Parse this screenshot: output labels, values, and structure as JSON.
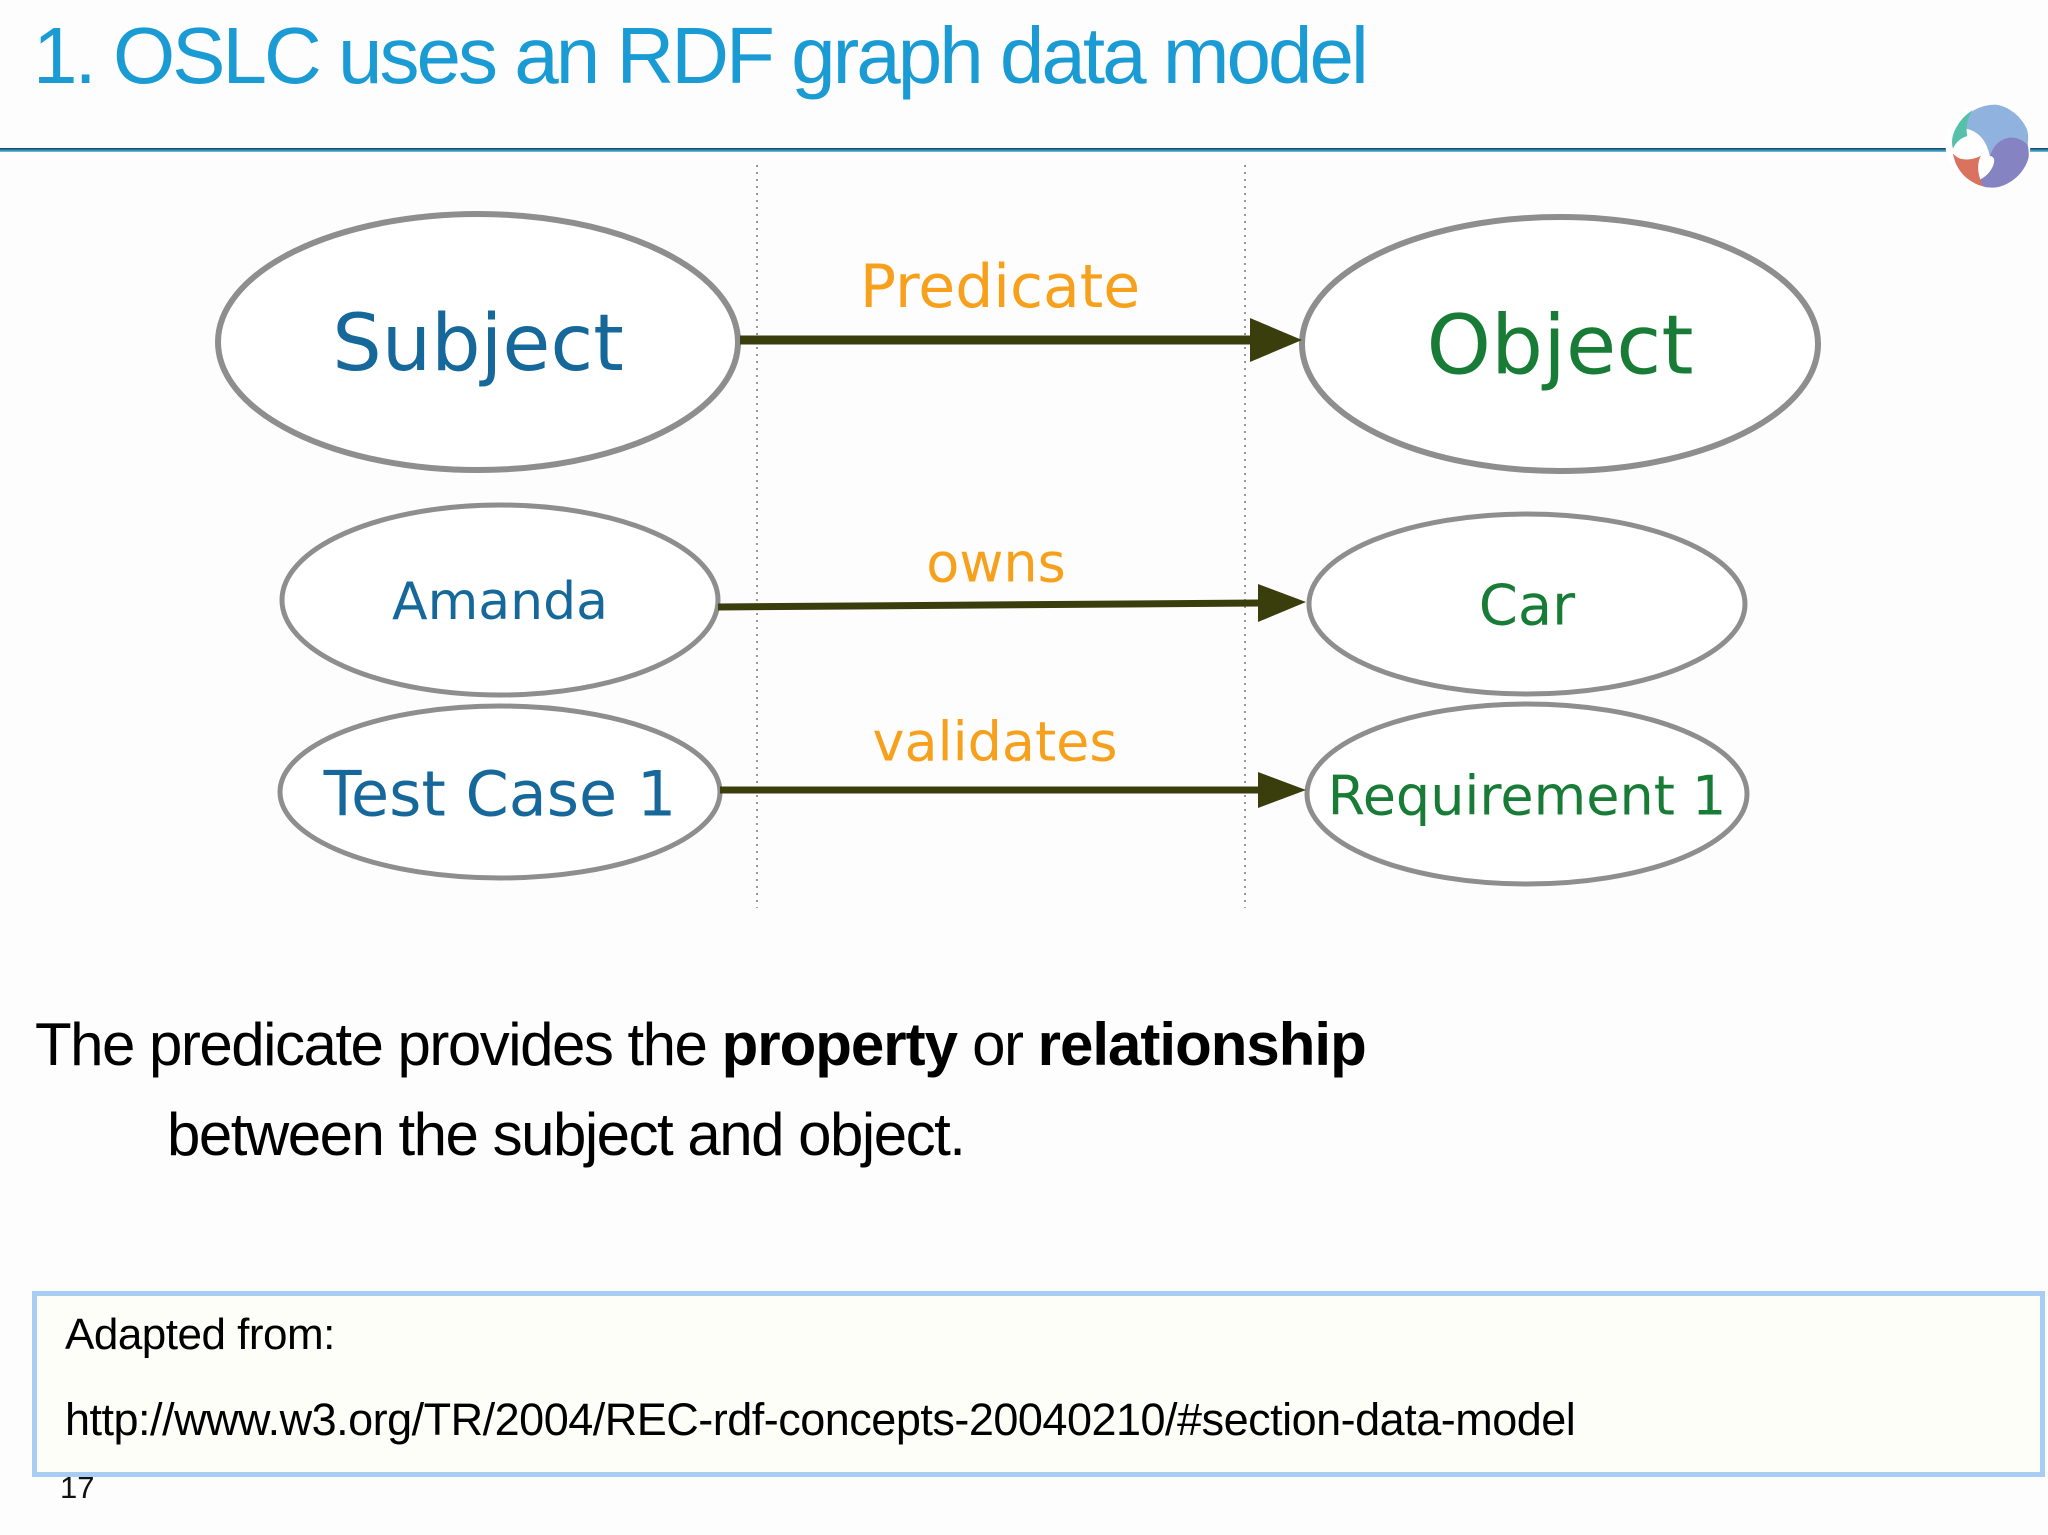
{
  "slide": {
    "title": "1. OSLC uses an RDF graph data model",
    "page_number": "17"
  },
  "diagram": {
    "rows": [
      {
        "subject": "Subject",
        "predicate": "Predicate",
        "object": "Object"
      },
      {
        "subject": "Amanda",
        "predicate": "owns",
        "object": "Car"
      },
      {
        "subject": "Test Case 1",
        "predicate": "validates",
        "object": "Requirement 1"
      }
    ]
  },
  "body": {
    "line1_prefix": "The predicate provides the ",
    "line1_bold1": "property",
    "line1_mid": " or ",
    "line1_bold2": "relationship",
    "line2": "between the subject and object."
  },
  "source_box": {
    "label": "Adapted from:",
    "url": "http://www.w3.org/TR/2004/REC-rdf-concepts-20040210/#section-data-model"
  },
  "colors": {
    "title_blue": "#1b9bd3",
    "subject_text_blue": "#16689b",
    "object_text_green": "#187c37",
    "predicate_orange": "#f7a01b",
    "arrow_olive": "#3a3e0c",
    "ellipse_stroke_gray": "#8e8e8e",
    "rule_blue": "#2e8ab8",
    "source_box_border": "#a9cdf2",
    "logo_blue": "#8fb3de",
    "logo_purple": "#8583c2",
    "logo_teal": "#57c0a9",
    "logo_red": "#d9725f"
  }
}
